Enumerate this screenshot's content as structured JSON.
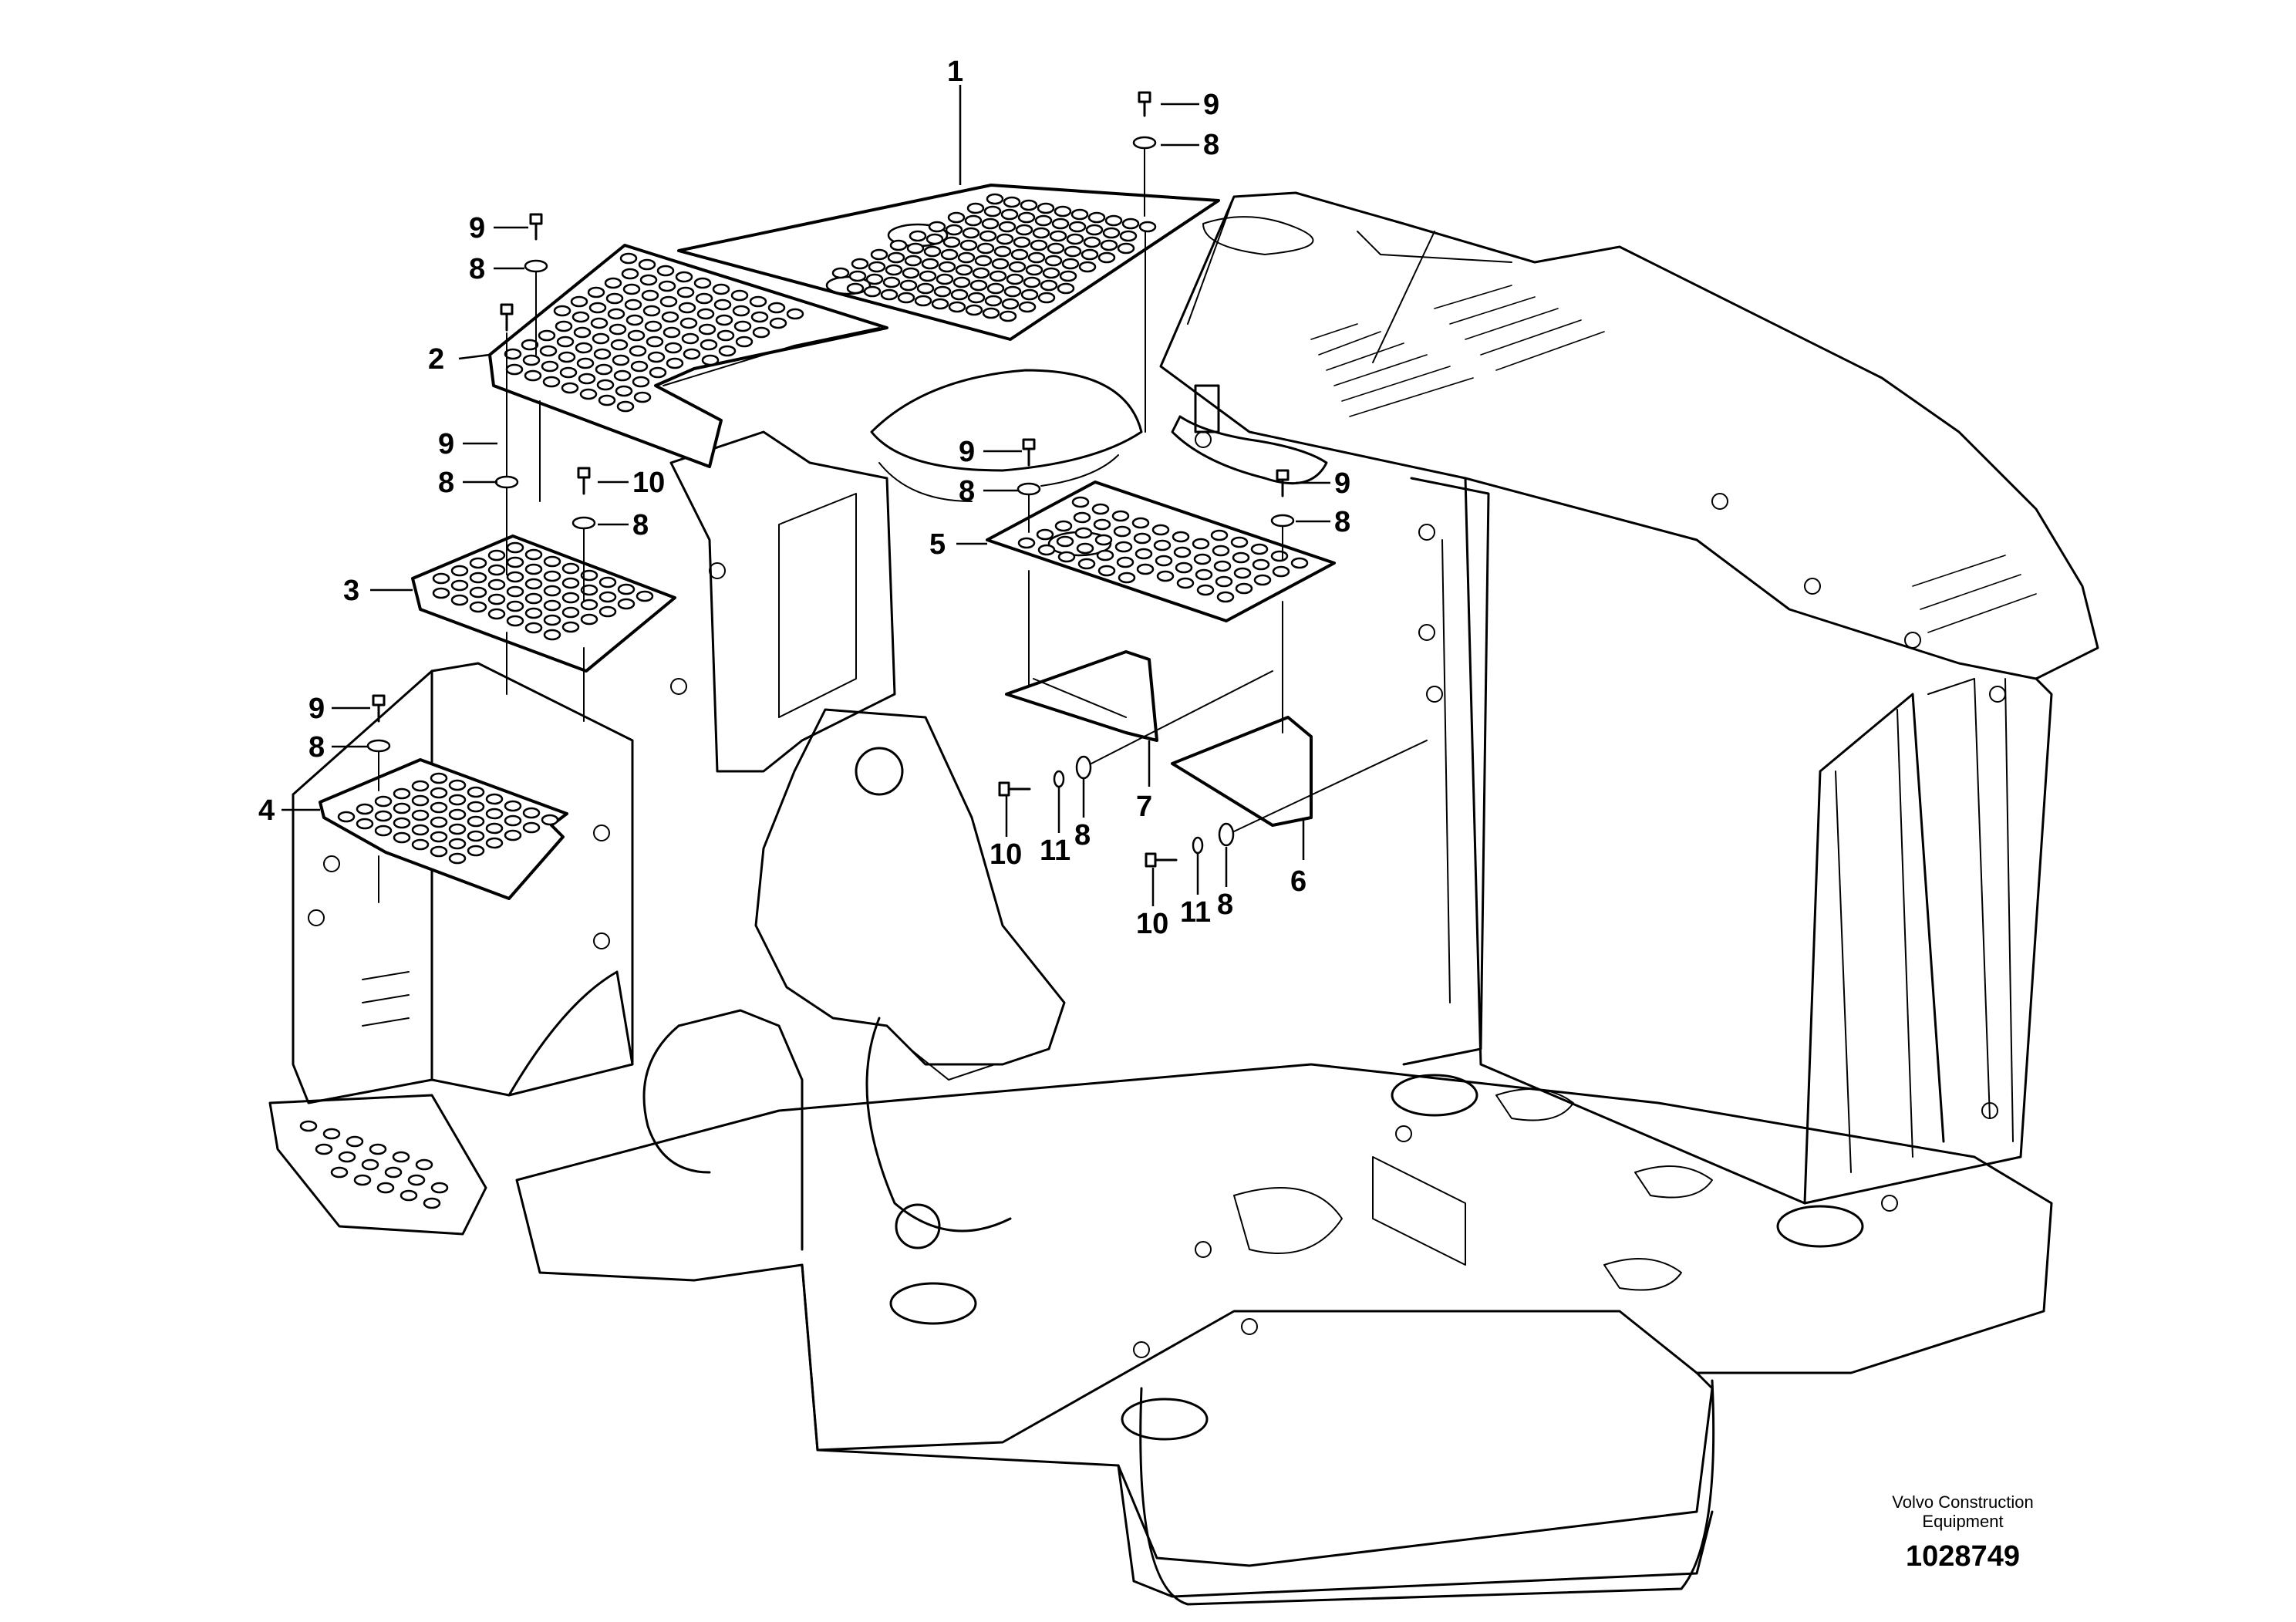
{
  "callouts": [
    {
      "id": "c1",
      "label": "1"
    },
    {
      "id": "c2",
      "label": "2"
    },
    {
      "id": "c3",
      "label": "3"
    },
    {
      "id": "c4",
      "label": "4"
    },
    {
      "id": "c5",
      "label": "5"
    },
    {
      "id": "c6",
      "label": "6"
    },
    {
      "id": "c7",
      "label": "7"
    },
    {
      "id": "c8a",
      "label": "8"
    },
    {
      "id": "c9a",
      "label": "9"
    },
    {
      "id": "c8b",
      "label": "8"
    },
    {
      "id": "c9b",
      "label": "9"
    },
    {
      "id": "c8c",
      "label": "8"
    },
    {
      "id": "c9c",
      "label": "9"
    },
    {
      "id": "c8d",
      "label": "8"
    },
    {
      "id": "c10a",
      "label": "10"
    },
    {
      "id": "c9d",
      "label": "9"
    },
    {
      "id": "c8e",
      "label": "8"
    },
    {
      "id": "c9e",
      "label": "9"
    },
    {
      "id": "c8f",
      "label": "8"
    },
    {
      "id": "c9f",
      "label": "9"
    },
    {
      "id": "c8g",
      "label": "8"
    },
    {
      "id": "c10b",
      "label": "10"
    },
    {
      "id": "c11a",
      "label": "11"
    },
    {
      "id": "c8h",
      "label": "8"
    },
    {
      "id": "c10c",
      "label": "10"
    },
    {
      "id": "c11b",
      "label": "11"
    },
    {
      "id": "c8i",
      "label": "8"
    }
  ],
  "footer": {
    "brand_line1": "Volvo Construction",
    "brand_line2": "Equipment",
    "drawing_number": "1028749"
  }
}
